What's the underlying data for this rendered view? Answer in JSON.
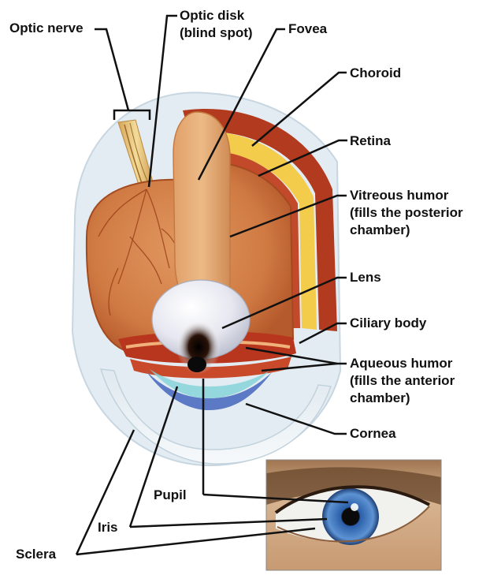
{
  "labels": {
    "optic_nerve": "Optic nerve",
    "optic_disk": "Optic disk",
    "blind_spot": "(blind spot)",
    "fovea": "Fovea",
    "choroid": "Choroid",
    "retina": "Retina",
    "vitreous_1": "Vitreous humor",
    "vitreous_2": "(fills the posterior",
    "vitreous_3": "chamber)",
    "lens": "Lens",
    "ciliary_body": "Ciliary body",
    "aqueous_1": "Aqueous humor",
    "aqueous_2": "(fills the anterior",
    "aqueous_3": "chamber)",
    "cornea": "Cornea",
    "pupil": "Pupil",
    "iris": "Iris",
    "sclera": "Sclera"
  },
  "colors": {
    "leader_line": "#111111",
    "sclera": "#e3ecf2",
    "choroid": "#b23a1e",
    "retina": "#f2cc4a",
    "vitreous": "#d5874f",
    "iris_blue": "#3f72b8"
  }
}
